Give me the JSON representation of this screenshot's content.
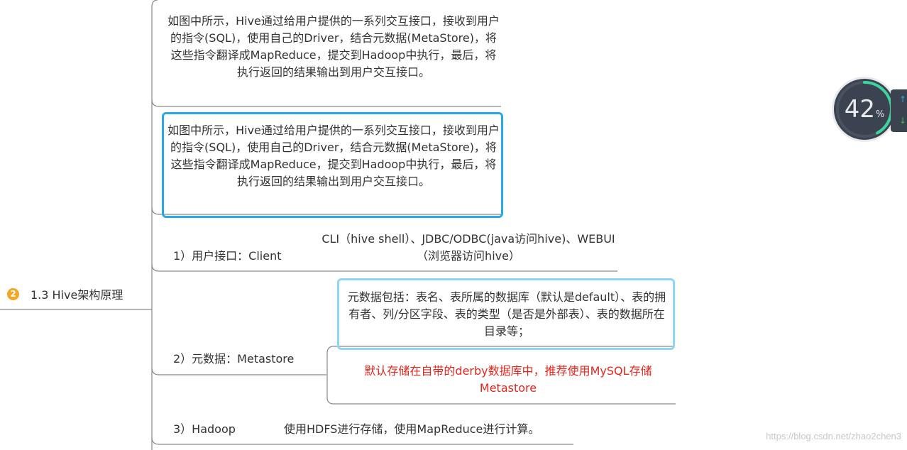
{
  "root": {
    "badge": "2",
    "label": "1.3 Hive架构原理"
  },
  "children": {
    "intro_1": "如图中所示，Hive通过给用户提供的一系列交互接口，接收到用户的指令(SQL)，使用自己的Driver，结合元数据(MetaStore)，将这些指令翻译成MapReduce，提交到Hadoop中执行，最后，将执行返回的结果输出到用户交互接口。",
    "intro_2": "如图中所示，Hive通过给用户提供的一系列交互接口，接收到用户的指令(SQL)，使用自己的Driver，结合元数据(MetaStore)，将这些指令翻译成MapReduce，提交到Hadoop中执行，最后，将执行返回的结果输出到用户交互接口。",
    "client_label": "1）用户接口：Client",
    "client_detail": "CLI（hive shell）、JDBC/ODBC(java访问hive)、WEBUI（浏览器访问hive）",
    "metastore_label": "2）元数据：Metastore",
    "metastore_detail_1": "元数据包括：表名、表所属的数据库（默认是default）、表的拥有者、列/分区字段、表的类型（是否是外部表）、表的数据所在目录等；",
    "metastore_detail_2": "默认存储在自带的derby数据库中，推荐使用MySQL存储Metastore",
    "hadoop_label": "3）Hadoop",
    "hadoop_detail": "使用HDFS进行存储，使用MapReduce进行计算。"
  },
  "widget": {
    "value": "42",
    "unit": "%",
    "progress": 0.42
  },
  "colors": {
    "line": "#8a8a8a",
    "selection": "#29a8e8",
    "selection_light": "#8dd6f5",
    "badge": "#f5a623",
    "emphasis": "#e8251c"
  },
  "watermark": "https://blog.csdn.net/zhao2chen3"
}
